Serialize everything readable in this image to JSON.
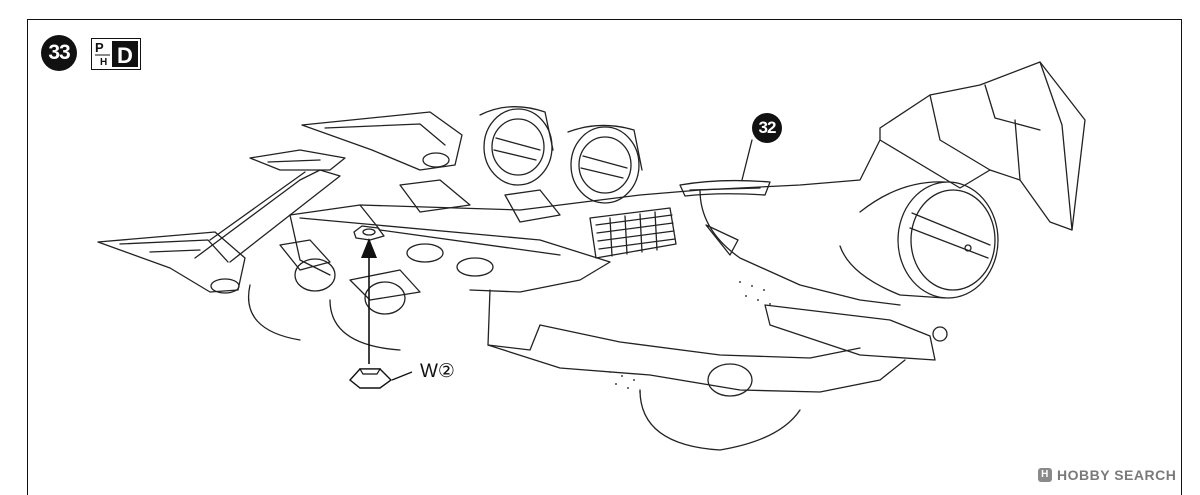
{
  "step": {
    "number": "33",
    "reference_step": "32"
  },
  "icons": {
    "paint_icon_letters": "P H D",
    "paint_icon": "ph-d-paint-icon",
    "part_icon": "washer-part-icon",
    "arrow_icon": "placement-arrow-icon"
  },
  "part": {
    "label": "W②"
  },
  "watermark": {
    "text": "HOBBY SEARCH",
    "logo": "H"
  },
  "colors": {
    "line": "#111111",
    "background": "#ffffff",
    "watermark": "#7a7a7a"
  }
}
